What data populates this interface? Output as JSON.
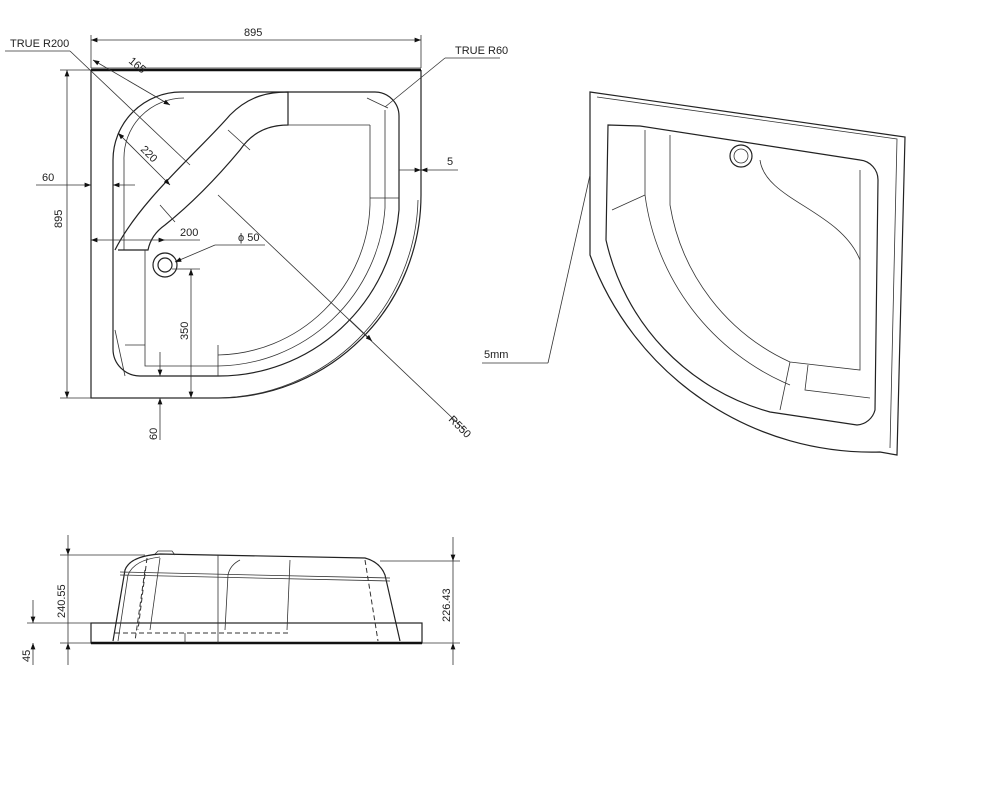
{
  "plan_view": {
    "width_label": "895",
    "height_label": "895",
    "true_r200": "TRUE R200",
    "true_r60": "TRUE R60",
    "dim_165": "165",
    "dim_220": "220",
    "dim_60_left": "60",
    "dim_5": "5",
    "dim_200": "200",
    "drain_diameter": "ϕ 50",
    "dim_350": "350",
    "dim_60_bottom": "60",
    "radius_label": "R550"
  },
  "perspective_view": {
    "thickness_label": "5mm"
  },
  "side_view": {
    "height_total": "240.55",
    "height_right": "226.43",
    "base_height": "45"
  }
}
